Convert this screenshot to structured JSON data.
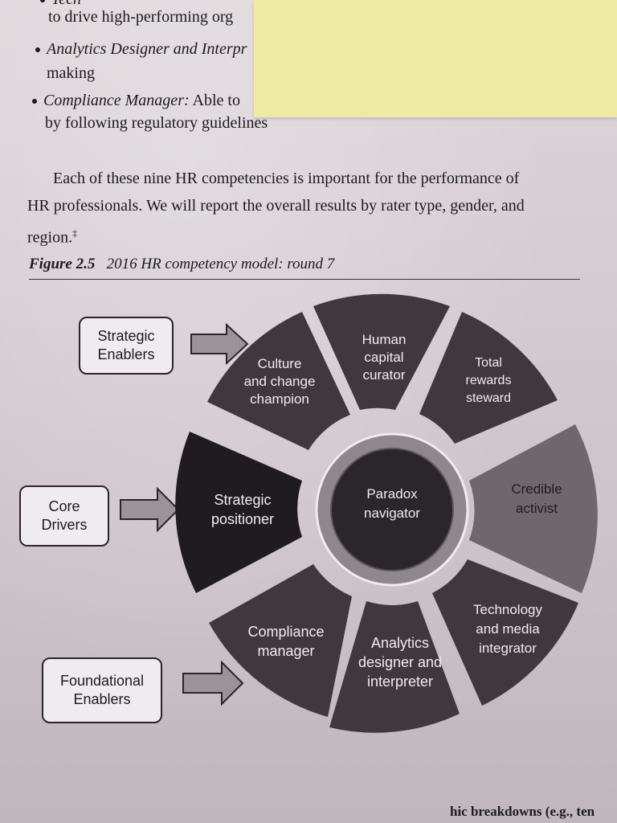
{
  "top_text": {
    "line0": "Tech",
    "line1": "to drive high-performing org",
    "bullet2_italic": "Analytics Designer and Interpr",
    "line3": "making",
    "bullet4_italic": "Compliance Manager:",
    "bullet4_rest": " Able to",
    "line5": "by following regulatory guidelines"
  },
  "sticky_note": {
    "color": "#eeeaa4"
  },
  "paragraph": {
    "line1": "Each of these nine HR competencies is important for the performance of",
    "line2": "HR professionals. We will report the overall results by rater type, gender, and",
    "line3": "region.",
    "footnote_mark": "‡"
  },
  "figure": {
    "number": "Figure 2.5",
    "title": "2016 HR competency model: round 7"
  },
  "diagram": {
    "side_labels": {
      "strategic": "Strategic Enablers",
      "core": "Core Drivers",
      "foundational": "Foundational Enablers"
    },
    "center": "Paradox navigator",
    "segments": {
      "culture": "Culture and change champion",
      "human_capital": "Human capital curator",
      "total_rewards": "Total rewards steward",
      "strategic_positioner": "Strategic positioner",
      "credible_activist": "Credible activist",
      "compliance": "Compliance manager",
      "analytics": "Analytics designer and interpreter",
      "technology": "Technology and media integrator"
    },
    "colors": {
      "dark_segment": "#3f393d",
      "core_segment": "#1f1b1e",
      "credible_segment": "#6e686c",
      "center_ring": "#8e878c",
      "center_fill": "#2a2629"
    }
  },
  "footer": {
    "partial": "hic breakdowns (e.g., ten"
  }
}
